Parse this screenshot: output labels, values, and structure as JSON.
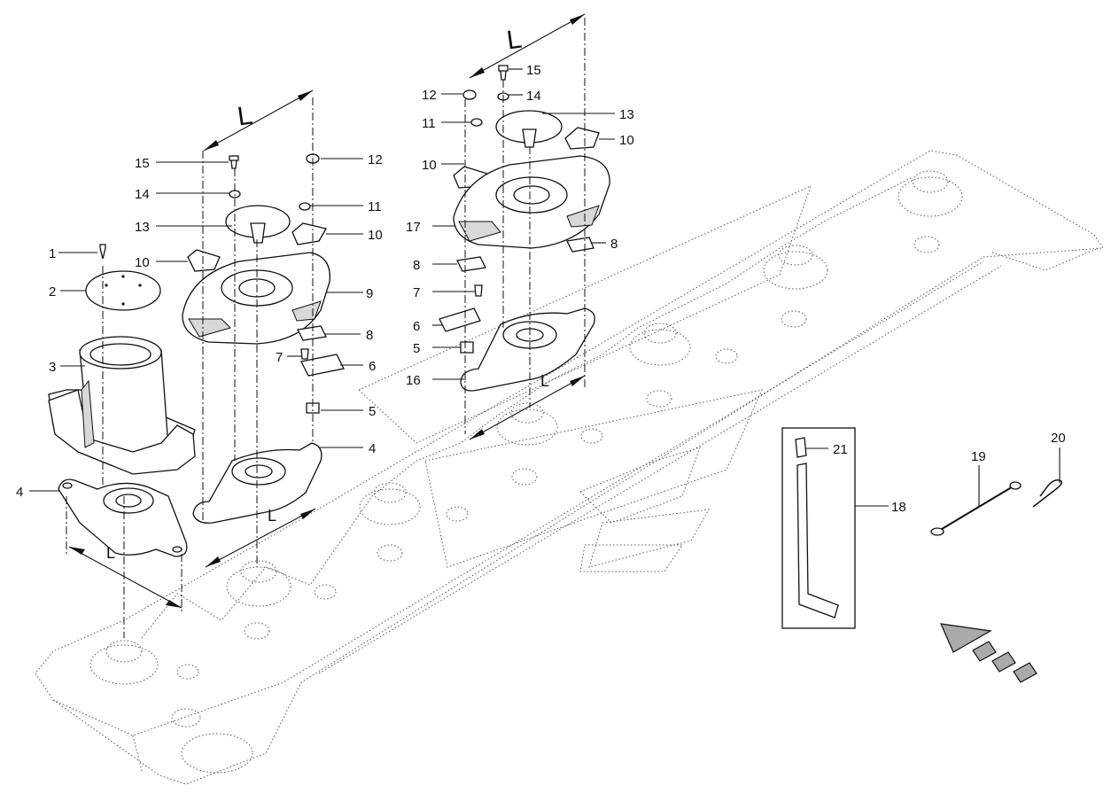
{
  "callouts": [
    {
      "id": "c1",
      "text": "1"
    },
    {
      "id": "c2",
      "text": "2"
    },
    {
      "id": "c3",
      "text": "3"
    },
    {
      "id": "c4a",
      "text": "4"
    },
    {
      "id": "c4b",
      "text": "4"
    },
    {
      "id": "c5a",
      "text": "5"
    },
    {
      "id": "c5b",
      "text": "5"
    },
    {
      "id": "c6a",
      "text": "6"
    },
    {
      "id": "c6b",
      "text": "6"
    },
    {
      "id": "c7a",
      "text": "7"
    },
    {
      "id": "c7b",
      "text": "7"
    },
    {
      "id": "c8a",
      "text": "8"
    },
    {
      "id": "c8b",
      "text": "8"
    },
    {
      "id": "c8c",
      "text": "8"
    },
    {
      "id": "c9",
      "text": "9"
    },
    {
      "id": "c10a",
      "text": "10"
    },
    {
      "id": "c10b",
      "text": "10"
    },
    {
      "id": "c10c",
      "text": "10"
    },
    {
      "id": "c10d",
      "text": "10"
    },
    {
      "id": "c11a",
      "text": "11"
    },
    {
      "id": "c11b",
      "text": "11"
    },
    {
      "id": "c12a",
      "text": "12"
    },
    {
      "id": "c12b",
      "text": "12"
    },
    {
      "id": "c13a",
      "text": "13"
    },
    {
      "id": "c13b",
      "text": "13"
    },
    {
      "id": "c14a",
      "text": "14"
    },
    {
      "id": "c14b",
      "text": "14"
    },
    {
      "id": "c15a",
      "text": "15"
    },
    {
      "id": "c15b",
      "text": "15"
    },
    {
      "id": "c16",
      "text": "16"
    },
    {
      "id": "c17",
      "text": "17"
    },
    {
      "id": "c18",
      "text": "18"
    },
    {
      "id": "c19",
      "text": "19"
    },
    {
      "id": "c20",
      "text": "20"
    },
    {
      "id": "c21",
      "text": "21"
    }
  ],
  "dimensions": [
    {
      "id": "d1",
      "text": "L"
    },
    {
      "id": "d2",
      "text": "L"
    },
    {
      "id": "d3",
      "text": "L"
    },
    {
      "id": "d4",
      "text": "L"
    },
    {
      "id": "d5",
      "text": "L"
    }
  ]
}
